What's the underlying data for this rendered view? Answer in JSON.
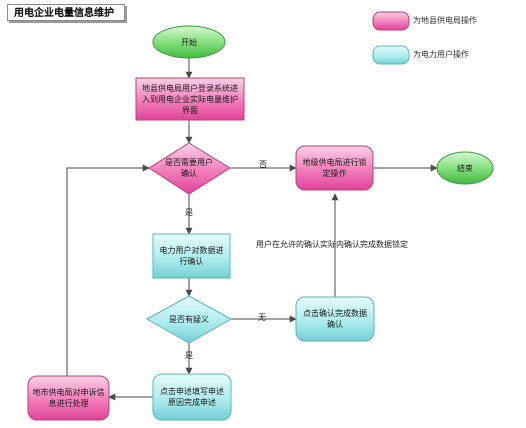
{
  "title": "用电企业电量信息维护",
  "legend": [
    {
      "label": "为地县供电局操作",
      "color": "#f06ab0"
    },
    {
      "label": "为电力用户操作",
      "color": "#7fdadf"
    }
  ],
  "nodes": {
    "start": "开始",
    "login": "地县供电局用户登录系统进入到用电企业实际电量维护界面",
    "decision_confirm": "是否需要用户确认",
    "lock": "地级供电局进行锁定操作",
    "end": "结束",
    "user_confirm": "电力用户对数据进行确认",
    "decision_objection": "是否有疑义",
    "confirm_done": "点击确认完成数据确认",
    "appeal_submit": "点击申述填写申述原因完成申述",
    "appeal_handle": "地市供电局对申诉信息进行处理"
  },
  "edge_labels": {
    "no_confirm": "否",
    "yes_confirm": "是",
    "no_objection": "无",
    "yes_objection": "是",
    "lock_note": "用户在允许的确认实际内确认完成数据锁定"
  }
}
